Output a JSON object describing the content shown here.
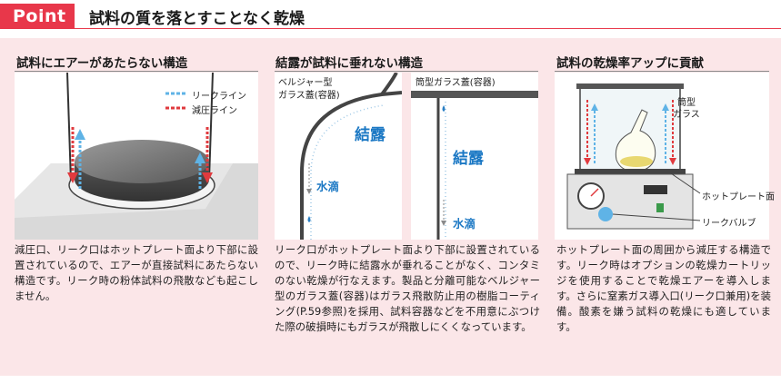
{
  "header": {
    "badge": "Point",
    "title": "試料の質を落とすことなく乾燥"
  },
  "sections": [
    {
      "title": "試料にエアーがあたらない構造",
      "legend_leak": "リークライン",
      "legend_vacuum": "減圧ライン",
      "body": "減圧口、リーク口はホットプレート面より下部に設置されているので、エアーが直接試料にあたらない構造です。リーク時の粉体試料の飛散なども起こしません。"
    },
    {
      "title": "結露が試料に垂れない構造",
      "label_belljar_1": "ベルジャー型",
      "label_belljar_2": "ガラス蓋(容器)",
      "label_condense_left": "結露",
      "label_drip_left": "水滴",
      "label_cylinder": "筒型ガラス蓋(容器)",
      "label_condense_right": "結露",
      "label_drip_right": "水滴",
      "body": "リーク口がホットプレート面より下部に設置されているので、リーク時に結露水が垂れることがなく、コンタミのない乾燥が行なえます。製品と分離可能なベルジャー型のガラス蓋(容器)はガラス飛散防止用の樹脂コーティング(P.59参照)を採用、試料容器などを不用意にぶつけた際の破損時にもガラスが飛散しにくくなっています。"
    },
    {
      "title": "試料の乾燥率アップに貢献",
      "label_glass_1": "筒型",
      "label_glass_2": "ガラス",
      "label_hotplate": "ホットプレート面",
      "label_leakvalve": "リークバルブ",
      "body": "ホットプレート面の周囲から減圧する構造です。リーク時はオプションの乾燥カートリッジを使用することで乾燥エアーを導入します。さらに窒素ガス導入口(リーク口兼用)を装備。酸素を嫌う試料の乾燥にも適しています。"
    }
  ],
  "colors": {
    "accent": "#e8374a",
    "panel": "#fbe6e8",
    "leak_line": "#5fb3e6",
    "vacuum_line": "#e03a3e",
    "text_blue": "#1b78c4"
  }
}
